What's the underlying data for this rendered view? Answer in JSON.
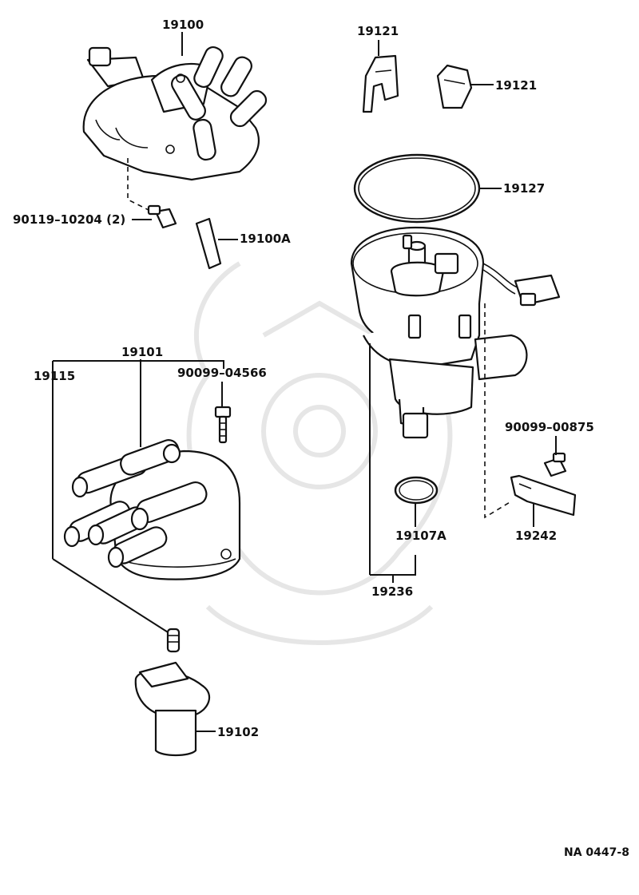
{
  "diagram_id": "NA 0447-8",
  "parts": {
    "p19100": "19100",
    "p90119": "90119–10204 (2)",
    "p19100A": "19100A",
    "p19101": "19101",
    "p19115": "19115",
    "p90099_04566": "90099–04566",
    "p19102": "19102",
    "p19121_a": "19121",
    "p19121_b": "19121",
    "p19127": "19127",
    "p90099_00875": "90099–00875",
    "p19242": "19242",
    "p19107A": "19107A",
    "p19236": "19236"
  }
}
